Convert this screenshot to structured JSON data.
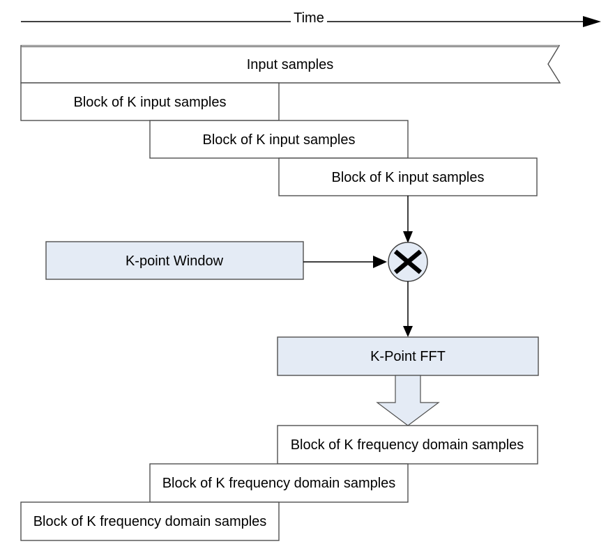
{
  "diagram": {
    "time_axis": {
      "label": "Time"
    },
    "input_stream": {
      "label": "Input samples"
    },
    "input_blocks": [
      {
        "label": "Block of K input samples"
      },
      {
        "label": "Block of K input samples"
      },
      {
        "label": "Block of K input samples"
      }
    ],
    "window": {
      "label": "K-point Window"
    },
    "multiplier": {
      "icon": "multiply"
    },
    "fft": {
      "label": "K-Point FFT"
    },
    "output_blocks": [
      {
        "label": "Block of K frequency domain samples"
      },
      {
        "label": "Block of K frequency domain samples"
      },
      {
        "label": "Block of K frequency domain samples"
      }
    ],
    "colors": {
      "background": "#ffffff",
      "highlight_fill": "#e4ebf5",
      "box_fill": "#ffffff",
      "box_stroke": "#4f4f4f",
      "arrow": "#000000",
      "top_bevel": "#9b9b9b",
      "text": "#000000"
    }
  }
}
